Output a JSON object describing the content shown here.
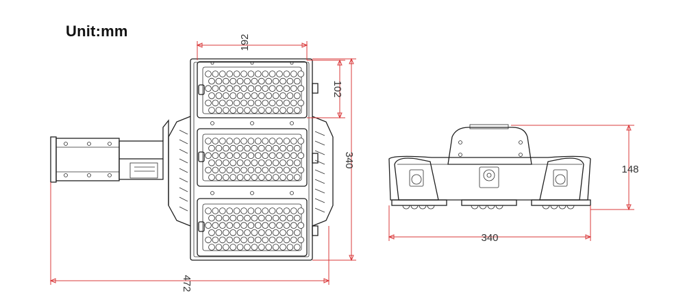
{
  "title": "Unit:mm",
  "dimensions": {
    "front_width_module": "192",
    "front_module_height": "102",
    "front_total_height": "340",
    "front_total_width": "472",
    "side_height": "148",
    "side_width": "340"
  }
}
